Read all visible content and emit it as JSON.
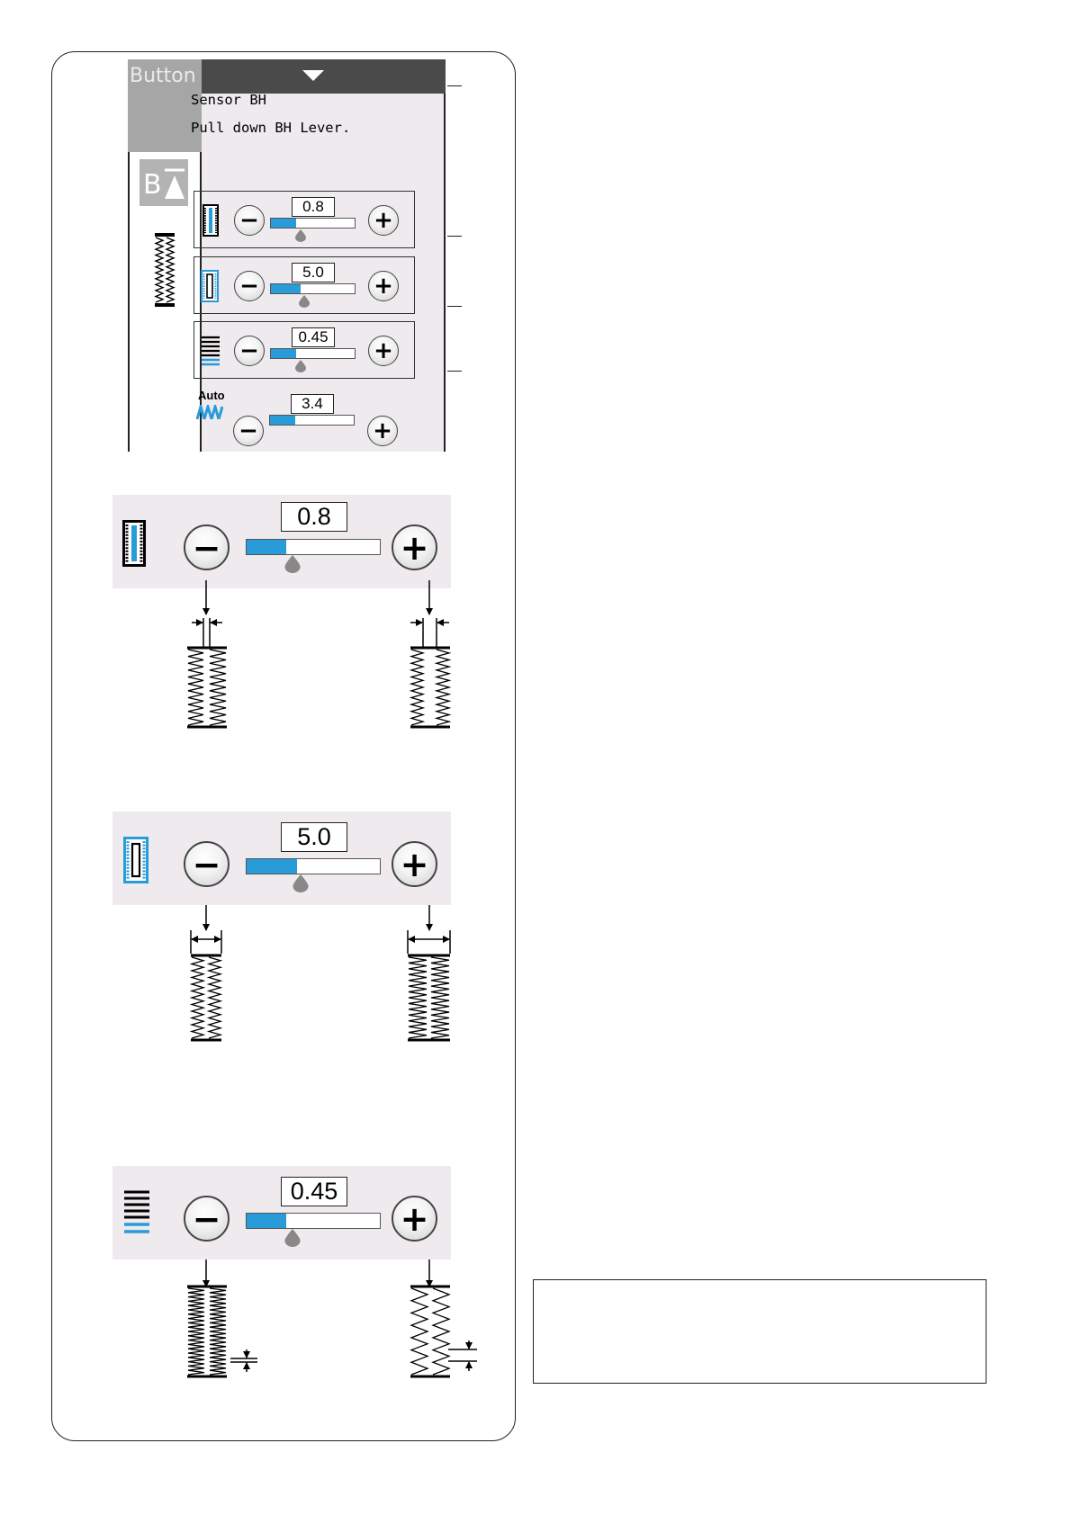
{
  "screen": {
    "tab_label": "Button",
    "message_title": "Sensor BH",
    "message_text": "Pull down BH Lever.",
    "rows": [
      {
        "value": "0.8",
        "fill_fraction": 0.3
      },
      {
        "value": "5.0",
        "fill_fraction": 0.36
      },
      {
        "value": "0.45",
        "fill_fraction": 0.3
      },
      {
        "value": "3.4",
        "fill_fraction": 0.3,
        "icon_label": "Auto"
      }
    ],
    "minus_glyph": "−",
    "plus_glyph": "+"
  },
  "panels": [
    {
      "name": "bight-width",
      "value": "0.8",
      "fill_fraction": 0.3
    },
    {
      "name": "buttonhole-width",
      "value": "5.0",
      "fill_fraction": 0.38
    },
    {
      "name": "stitch-density",
      "value": "0.45",
      "fill_fraction": 0.3
    }
  ],
  "colors": {
    "accent": "#2a9bd9",
    "panel_bg": "#eeeaee",
    "top_bar": "#4a4a4a",
    "tab_gray": "#a6a6a6"
  }
}
